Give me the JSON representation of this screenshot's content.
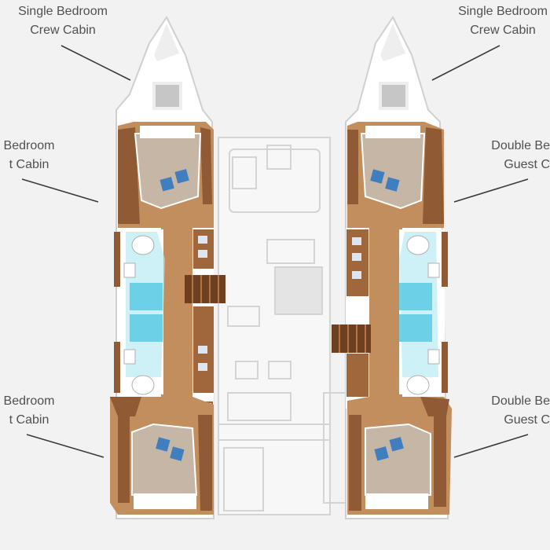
{
  "labels": {
    "crew_left": {
      "line1": "Single Bedroom",
      "line2": "Crew Cabin"
    },
    "crew_right": {
      "line1": "Single Bedroom",
      "line2": "Crew Cabin"
    },
    "guest_left_fwd": {
      "line1": "Bedroom",
      "line2": "t Cabin"
    },
    "guest_right_fwd": {
      "line1": "Double Be",
      "line2": "Guest C"
    },
    "guest_left_aft": {
      "line1": "Bedroom",
      "line2": "t Cabin"
    },
    "guest_right_aft": {
      "line1": "Double Be",
      "line2": "Guest C"
    }
  },
  "colors": {
    "background": "#f2f2f2",
    "hull": "#ffffff",
    "deck_outline": "#d8d8d8",
    "wood": "#a0673d",
    "floor": "#c38e5d",
    "bed_fabric": "#c5b6a6",
    "pillow": "#3f7fc0",
    "bath_tile": "#aee6f2",
    "leader_line": "#3a3a3a"
  }
}
